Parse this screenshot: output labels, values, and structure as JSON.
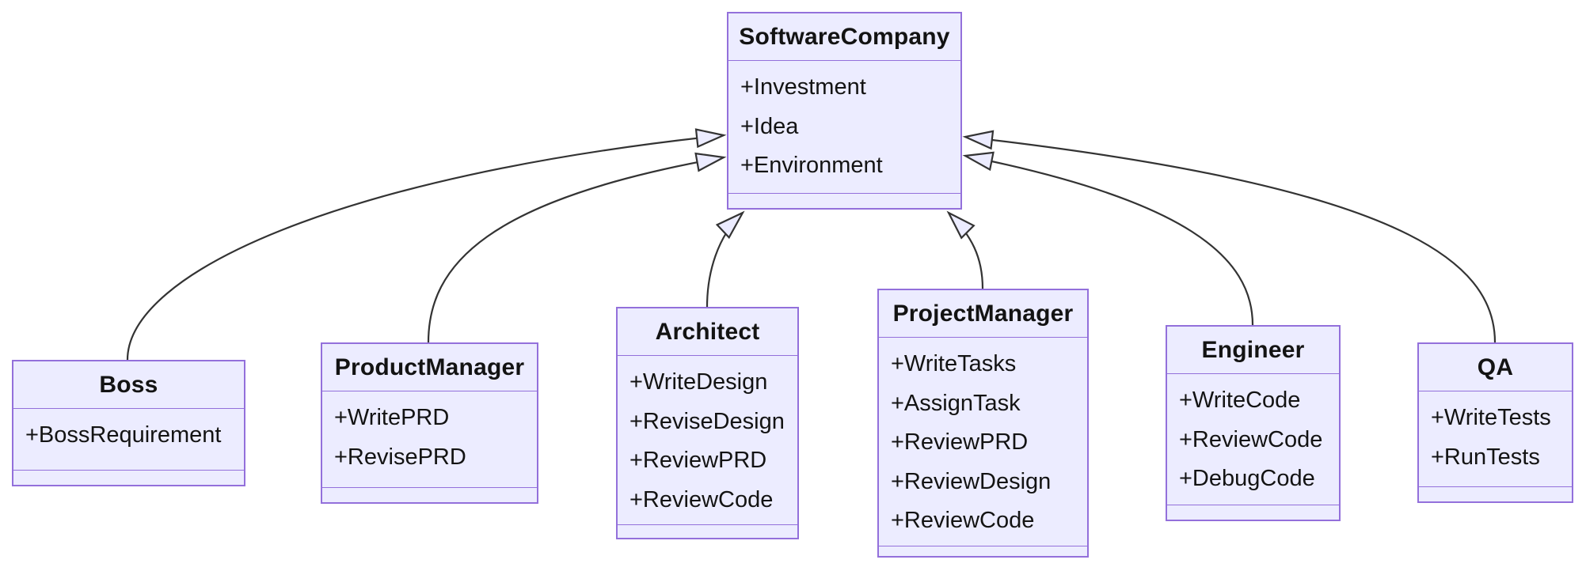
{
  "diagram": {
    "type": "uml-class-diagram",
    "background": "#ffffff",
    "colors": {
      "node_fill": "#ECECFF",
      "node_border": "#9370DB",
      "edge_stroke": "#333333",
      "text": "#131313"
    },
    "classes": [
      {
        "name": "SoftwareCompany",
        "attributes": [
          "+Investment",
          "+Idea",
          "+Environment"
        ],
        "methods": []
      },
      {
        "name": "Boss",
        "attributes": [
          "+BossRequirement"
        ],
        "methods": []
      },
      {
        "name": "ProductManager",
        "attributes": [
          "+WritePRD",
          "+RevisePRD"
        ],
        "methods": []
      },
      {
        "name": "Architect",
        "attributes": [
          "+WriteDesign",
          "+ReviseDesign",
          "+ReviewPRD",
          "+ReviewCode"
        ],
        "methods": []
      },
      {
        "name": "ProjectManager",
        "attributes": [
          "+WriteTasks",
          "+AssignTask",
          "+ReviewPRD",
          "+ReviewDesign",
          "+ReviewCode"
        ],
        "methods": []
      },
      {
        "name": "Engineer",
        "attributes": [
          "+WriteCode",
          "+ReviewCode",
          "+DebugCode"
        ],
        "methods": []
      },
      {
        "name": "QA",
        "attributes": [
          "+WriteTests",
          "+RunTests"
        ],
        "methods": []
      }
    ],
    "relations": [
      {
        "from": "Boss",
        "to": "SoftwareCompany",
        "type": "inheritance"
      },
      {
        "from": "ProductManager",
        "to": "SoftwareCompany",
        "type": "inheritance"
      },
      {
        "from": "Architect",
        "to": "SoftwareCompany",
        "type": "inheritance"
      },
      {
        "from": "ProjectManager",
        "to": "SoftwareCompany",
        "type": "inheritance"
      },
      {
        "from": "Engineer",
        "to": "SoftwareCompany",
        "type": "inheritance"
      },
      {
        "from": "QA",
        "to": "SoftwareCompany",
        "type": "inheritance"
      }
    ]
  }
}
